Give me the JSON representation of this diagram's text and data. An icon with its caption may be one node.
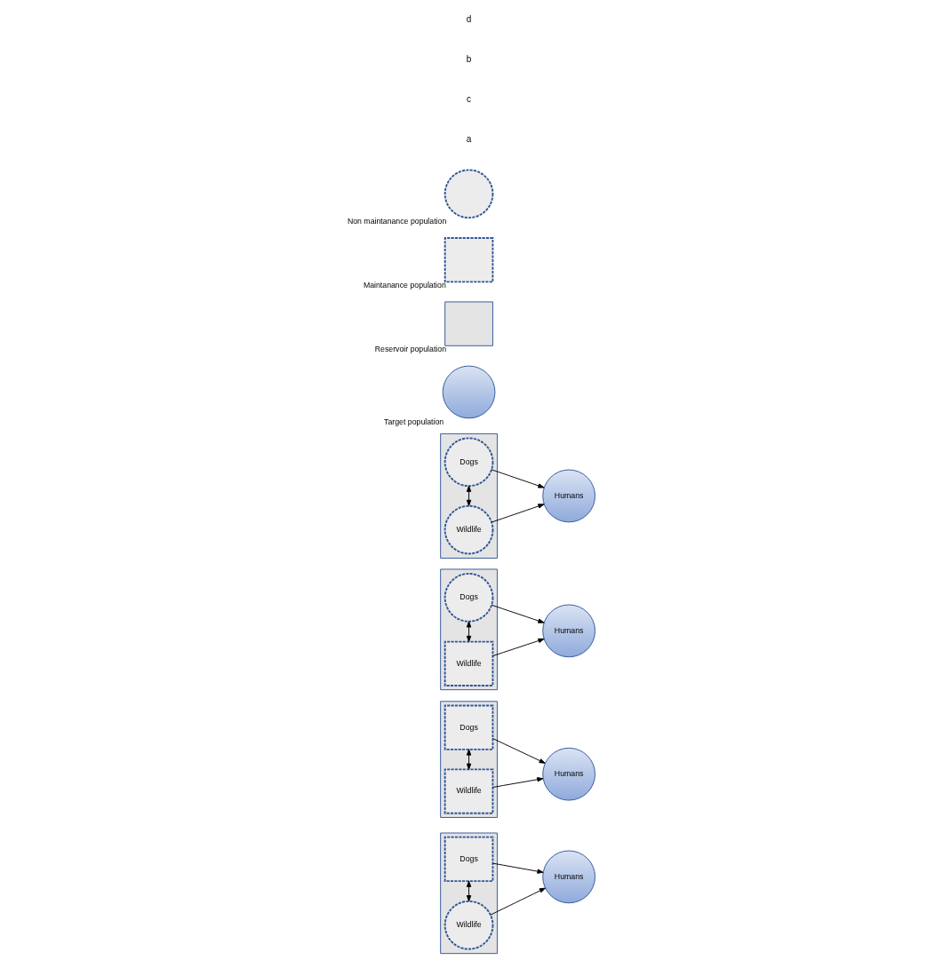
{
  "diagram": {
    "nodes": [
      {
        "text": [],
        "shape": "box"
      },
      {
        "text": [
          "Dogs"
        ],
        "in": 0
      },
      {
        "text": [
          "Wildlife"
        ],
        "in": 0
      },
      {
        "text": [
          "Humans"
        ]
      },
      {
        "text": [],
        "shape": "box"
      },
      {
        "text": [
          "Dogs"
        ],
        "in": 4
      },
      {
        "text": [
          "Wildlife"
        ],
        "in": 4
      },
      {
        "text": [
          "Humans"
        ]
      },
      {
        "text": [],
        "shape": "box"
      },
      {
        "text": [
          "Dogs"
        ],
        "in": 8
      },
      {
        "text": [
          "Wildlife"
        ],
        "in": 8
      },
      {
        "text": [
          "Humans"
        ]
      },
      {
        "text": [],
        "shape": "box"
      },
      {
        "text": [
          "Dogs"
        ],
        "in": 12
      },
      {
        "text": [
          "Wildlife"
        ],
        "in": 12
      },
      {
        "text": [
          "Humans"
        ]
      },
      {
        "text": [
          "Target population"
        ]
      },
      {
        "text": [
          "Reservoir population"
        ]
      },
      {
        "text": [
          "Maintanance population"
        ]
      },
      {
        "text": [
          "Non maintanance population"
        ]
      }
    ],
    "edges": [
      {
        "from": 1,
        "to": 3,
        "arrow": "to"
      },
      {
        "from": 2,
        "to": 3,
        "arrow": "to"
      },
      {
        "from": 1,
        "to": 2,
        "arrow": "both"
      },
      {
        "from": 5,
        "to": 7,
        "arrow": "to"
      },
      {
        "from": 6,
        "to": 7,
        "arrow": "to"
      },
      {
        "from": 5,
        "to": 6,
        "arrow": "both"
      },
      {
        "from": 9,
        "to": 11,
        "arrow": "to"
      },
      {
        "from": 10,
        "to": 11,
        "arrow": "to"
      },
      {
        "from": 9,
        "to": 10,
        "arrow": "both"
      },
      {
        "from": 13,
        "to": 15,
        "arrow": "to"
      },
      {
        "from": 14,
        "to": 15,
        "arrow": "to"
      },
      {
        "from": 13,
        "to": 14,
        "arrow": "both"
      }
    ],
    "labels": [
      "a",
      "c",
      "b",
      "d"
    ]
  }
}
